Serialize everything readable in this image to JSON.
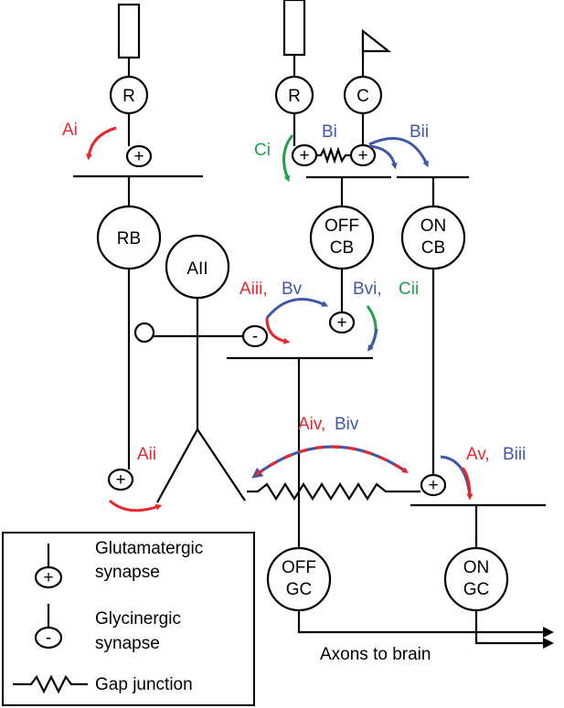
{
  "colors": {
    "red": "#e8262d",
    "blue": "#3f57a6",
    "green": "#1ea14a",
    "line": "#000000"
  },
  "cells": {
    "rod_left": "R",
    "rod_mid": "R",
    "cone": "C",
    "rod_bipolar": "RB",
    "aii_line1": "AII",
    "off_cb_line1": "OFF",
    "off_cb_line2": "CB",
    "on_cb_line1": "ON",
    "on_cb_line2": "CB",
    "off_gc_line1": "OFF",
    "off_gc_line2": "GC",
    "on_gc_line1": "ON",
    "on_gc_line2": "GC"
  },
  "synapse_signs": {
    "plus": "+",
    "minus": "-"
  },
  "pathway_labels": {
    "ai": "Ai",
    "aii": "Aii",
    "aiii": "Aiii,",
    "bv": "Bv",
    "aiv": "Aiv,",
    "biv": "Biv",
    "av": "Av,",
    "biii": "Biii",
    "bi": "Bi",
    "bii": "Bii",
    "bvi": "Bvi,",
    "cii": "Cii",
    "ci": "Ci"
  },
  "axons_label": "Axons to brain",
  "legend": {
    "glutamatergic_line1": "Glutamatergic",
    "glutamatergic_line2": "synapse",
    "glycinergic_line1": "Glycinergic",
    "glycinergic_line2": "synapse",
    "gap_junction": "Gap junction"
  }
}
